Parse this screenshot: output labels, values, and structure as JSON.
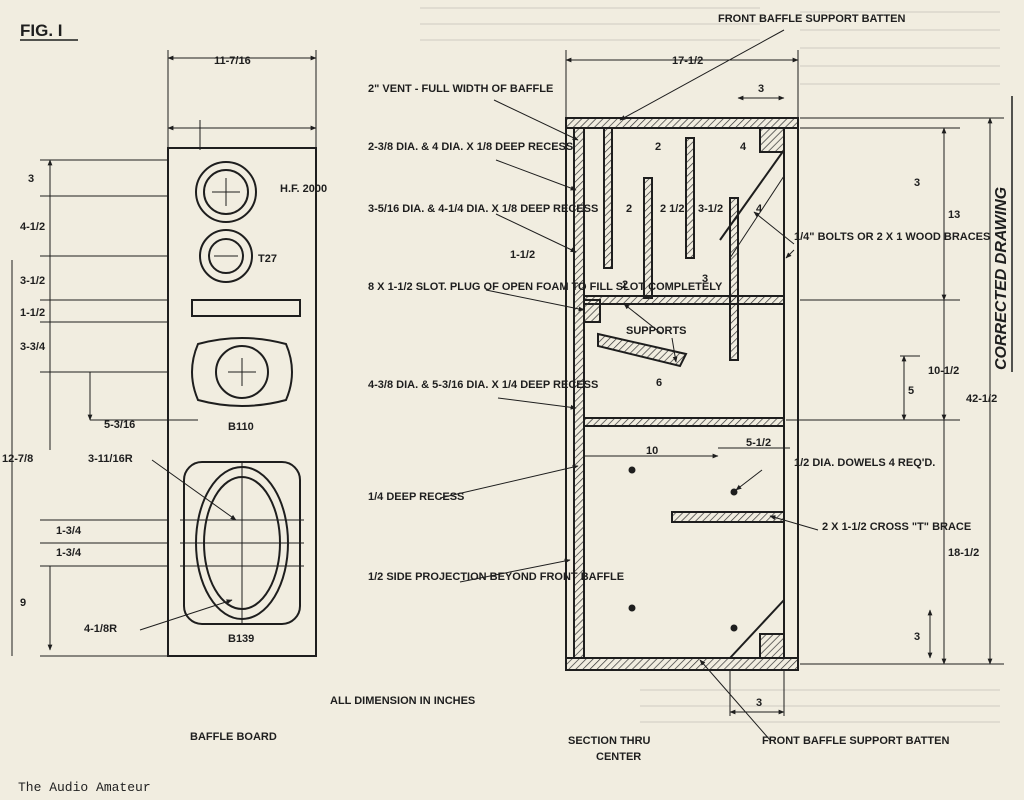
{
  "figure_label": "FIG. I",
  "footer": "The Audio Amateur",
  "corrected": "CORRECTED DRAWING",
  "all_dims_note": "ALL DIMENSION IN INCHES",
  "front_view": {
    "caption": "BAFFLE BOARD",
    "width_dim": "11-7/16",
    "dims_left": [
      "3",
      "4-1/2",
      "3-1/2",
      "1-1/2",
      "3-3/4",
      "12-7/8",
      "1-3/4",
      "1-3/4",
      "9"
    ],
    "dim_inner": "5-3/16",
    "drivers": [
      "H.F. 2000",
      "T27",
      "B110",
      "B139"
    ],
    "radius_labels": [
      "3-11/16R",
      "4-1/8R"
    ]
  },
  "section_view": {
    "caption_line1": "SECTION THRU",
    "caption_line2": "CENTER",
    "width_dim": "17-1/2",
    "inner_dims": [
      "3",
      "2",
      "2",
      "2 1/2",
      "3-1/2",
      "4",
      "4",
      "3",
      "2",
      "6",
      "5",
      "10",
      "5-1/2",
      "3",
      "1-1/2",
      "3"
    ],
    "right_dims": [
      "13",
      "10-1/2",
      "42-1/2",
      "18-1/2"
    ],
    "callouts_left": [
      "2\" VENT - FULL WIDTH OF BAFFLE",
      "2-3/8 DIA. & 4 DIA. X 1/8 DEEP RECESS",
      "3-5/16 DIA. & 4-1/4 DIA. X 1/8 DEEP RECESS",
      "8 X 1-1/2 SLOT. PLUG OF OPEN FOAM TO FILL SLOT COMPLETELY",
      "4-3/8 DIA. & 5-3/16 DIA. X 1/4 DEEP RECESS",
      "1/4 DEEP RECESS",
      "1/2 SIDE PROJECTION BEYOND FRONT BAFFLE"
    ],
    "callouts_right": [
      "FRONT BAFFLE SUPPORT BATTEN",
      "1/4\" BOLTS OR 2 X 1 WOOD BRACES",
      "SUPPORTS",
      "1/2 DIA. DOWELS 4 REQ'D.",
      "2 X 1-1/2 CROSS \"T\" BRACE",
      "FRONT BAFFLE SUPPORT BATTEN"
    ]
  }
}
